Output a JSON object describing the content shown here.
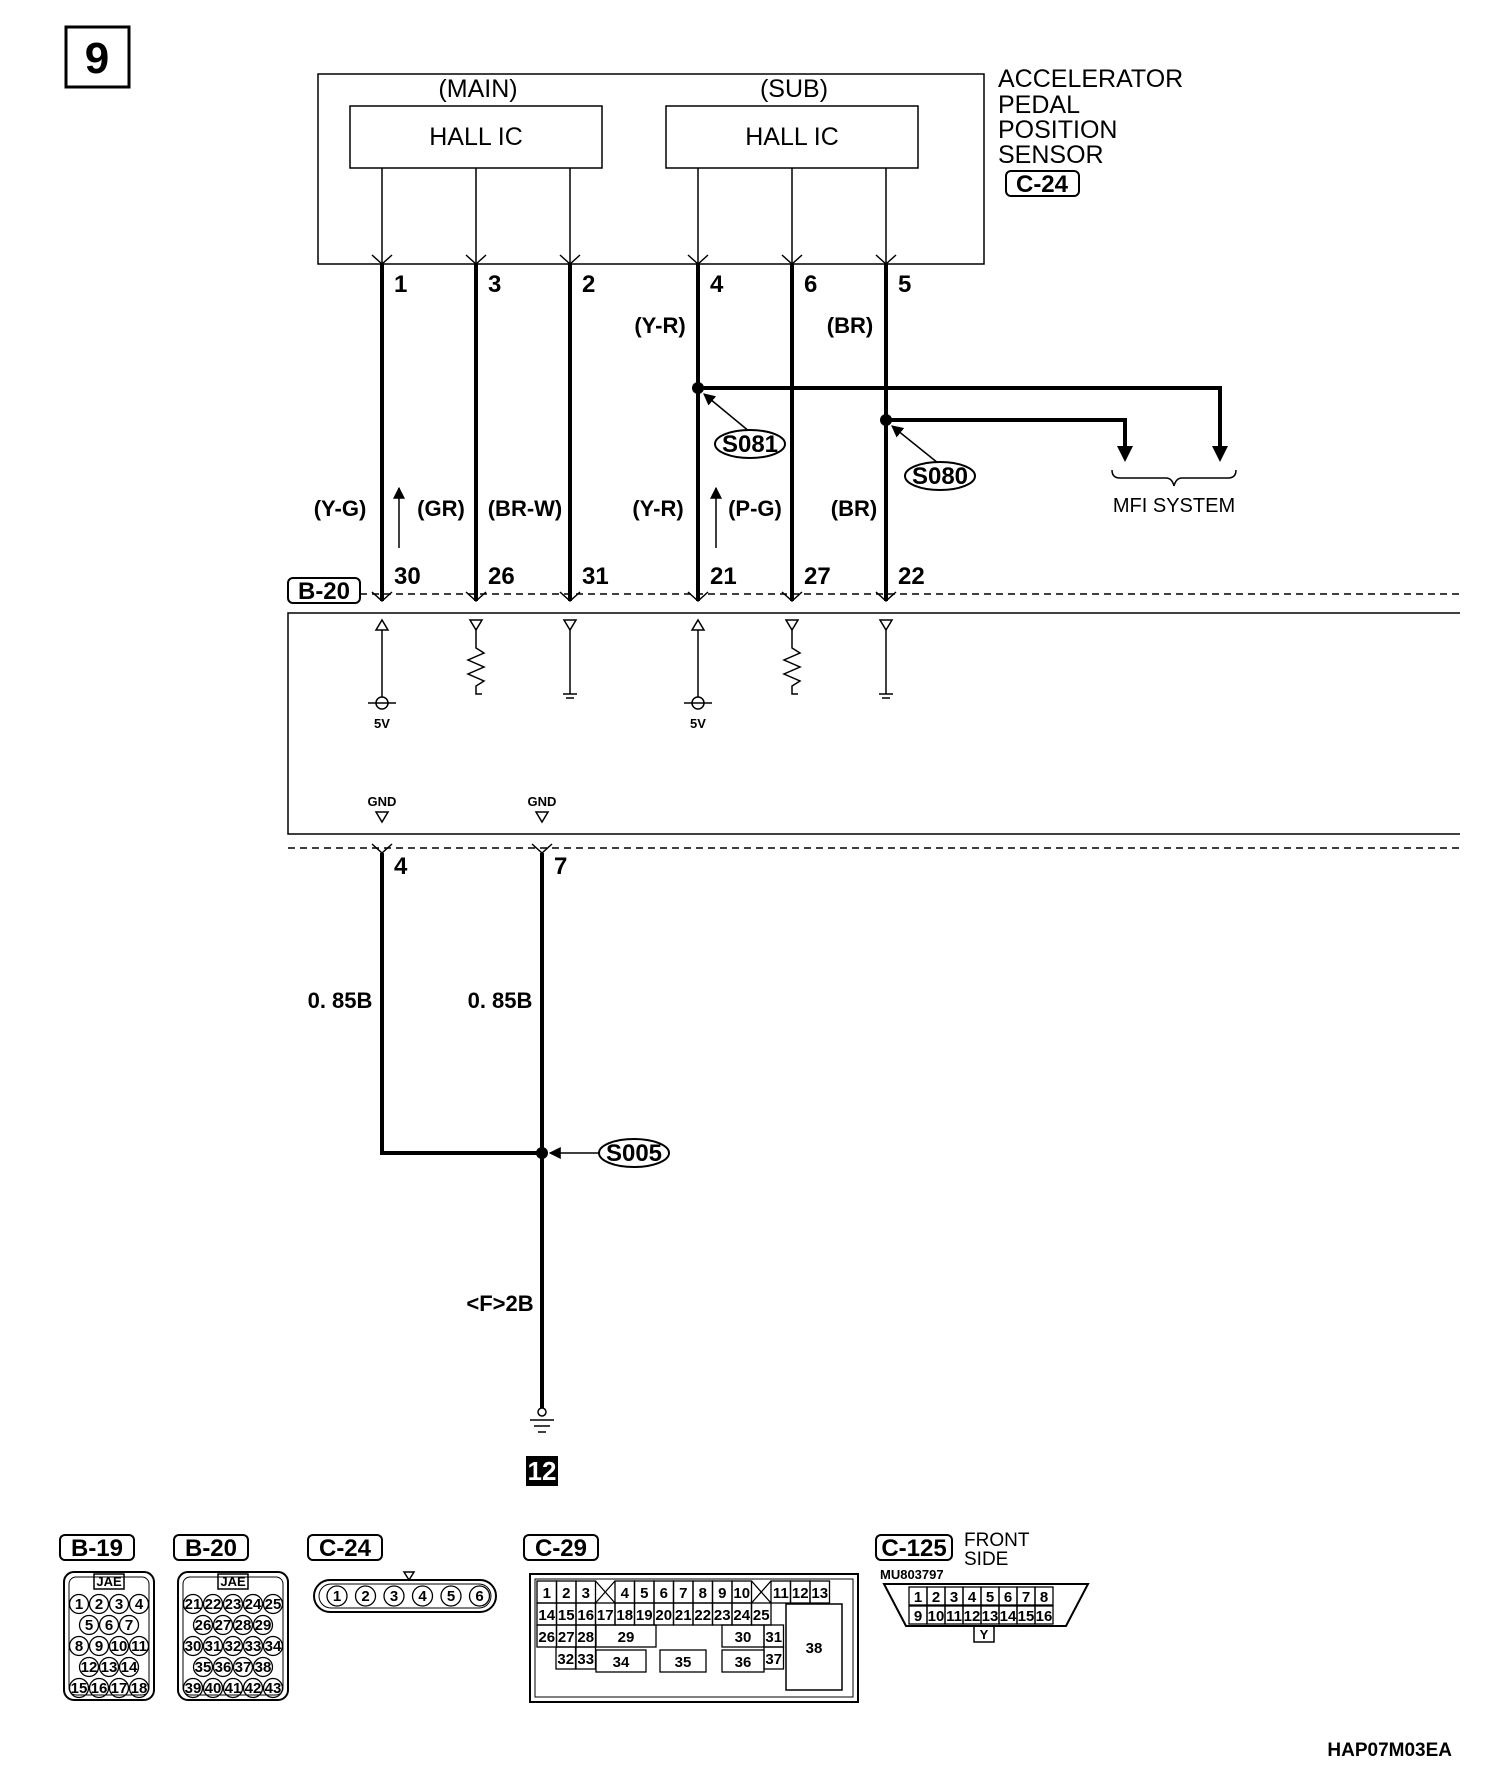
{
  "page_number": "9",
  "sensor": {
    "title_lines": [
      "ACCELERATOR",
      "PEDAL",
      "POSITION",
      "SENSOR"
    ],
    "connector": "C-24",
    "main_label": "(MAIN)",
    "sub_label": "(SUB)",
    "main_box": "HALL IC",
    "sub_box": "HALL IC",
    "pins": [
      "1",
      "3",
      "2",
      "4",
      "6",
      "5"
    ]
  },
  "upper_wire_colors": {
    "pin4": "(Y-R)",
    "pin5": "(BR)"
  },
  "splices": {
    "s081": "S081",
    "s080": "S080",
    "s005": "S005"
  },
  "mfi_label": "MFI SYSTEM",
  "lower_wire_colors": [
    "(Y-G)",
    "(GR)",
    "(BR-W)",
    "(Y-R)",
    "(P-G)",
    "(BR)"
  ],
  "ecu": {
    "connector": "B-20",
    "pins": [
      "30",
      "26",
      "31",
      "21",
      "27",
      "22"
    ],
    "supply": [
      "5V",
      "5V"
    ],
    "gnd": [
      "GND",
      "GND"
    ],
    "gnd_pins": [
      "4",
      "7"
    ]
  },
  "ground_wires": {
    "left": "0. 85B",
    "right": "0. 85B",
    "bottom": "<F>2B"
  },
  "ground_point": "12",
  "connectors": {
    "b19": {
      "name": "B-19",
      "tag": "JAE",
      "rows": [
        [
          "1",
          "2",
          "3",
          "4"
        ],
        [
          "5",
          "6",
          "7"
        ],
        [
          "8",
          "9",
          "10",
          "11"
        ],
        [
          "12",
          "13",
          "14"
        ],
        [
          "15",
          "16",
          "17",
          "18"
        ]
      ]
    },
    "b20": {
      "name": "B-20",
      "tag": "JAE",
      "rows": [
        [
          "21",
          "22",
          "23",
          "24",
          "25"
        ],
        [
          "26",
          "27",
          "28",
          "29"
        ],
        [
          "30",
          "31",
          "32",
          "33",
          "34"
        ],
        [
          "35",
          "36",
          "37",
          "38"
        ],
        [
          "39",
          "40",
          "41",
          "42",
          "43"
        ]
      ]
    },
    "c24": {
      "name": "C-24",
      "pins": [
        "1",
        "2",
        "3",
        "4",
        "5",
        "6"
      ]
    },
    "c29": {
      "name": "C-29",
      "row1": [
        "1",
        "2",
        "3",
        "4",
        "5",
        "6",
        "7",
        "8",
        "9",
        "10",
        "11",
        "12",
        "13"
      ],
      "row2": [
        "14",
        "15",
        "16",
        "17",
        "18",
        "19",
        "20",
        "21",
        "22",
        "23",
        "24",
        "25"
      ],
      "row3": [
        "26",
        "27",
        "28",
        "29",
        "30",
        "31",
        "38"
      ],
      "row4": [
        "32",
        "33",
        "34",
        "35",
        "36",
        "37"
      ]
    },
    "c125": {
      "name": "C-125",
      "side": [
        "FRONT",
        "SIDE"
      ],
      "part": "MU803797",
      "row1": [
        "1",
        "2",
        "3",
        "4",
        "5",
        "6",
        "7",
        "8"
      ],
      "row2": [
        "9",
        "10",
        "11",
        "12",
        "13",
        "14",
        "15",
        "16"
      ],
      "color": "Y"
    }
  },
  "doc_code": "HAP07M03EA"
}
